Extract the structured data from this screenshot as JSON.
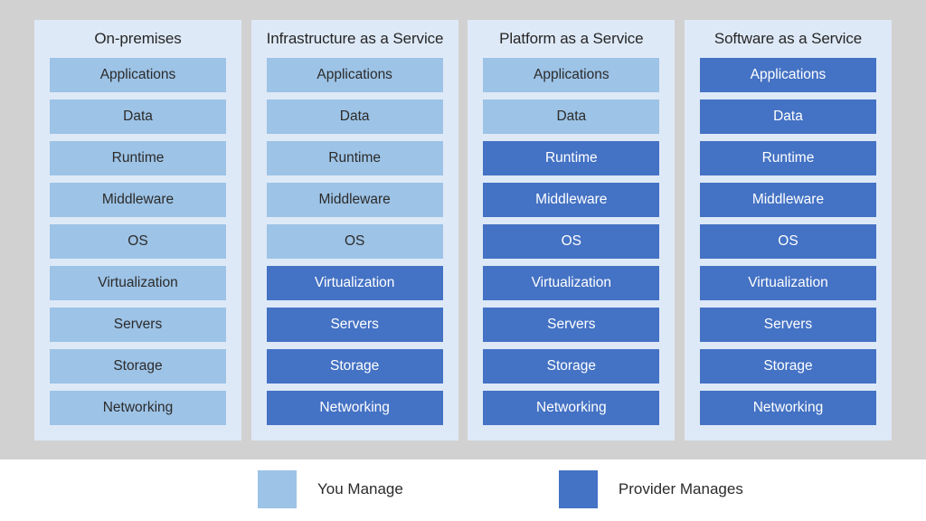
{
  "colors": {
    "page_background": "#d1d1d1",
    "footer_background": "#ffffff",
    "panel_background": "#dee9f7",
    "you_manage": "#9dc3e6",
    "provider_manages": "#4472c4",
    "title_text": "#262626",
    "you_manage_text": "#2b2b2b",
    "provider_manages_text": "#ffffff"
  },
  "layers": [
    "Applications",
    "Data",
    "Runtime",
    "Middleware",
    "OS",
    "Virtualization",
    "Servers",
    "Storage",
    "Networking"
  ],
  "columns": [
    {
      "title": "On-premises",
      "rows": [
        {
          "label": "Applications",
          "owner": "you"
        },
        {
          "label": "Data",
          "owner": "you"
        },
        {
          "label": "Runtime",
          "owner": "you"
        },
        {
          "label": "Middleware",
          "owner": "you"
        },
        {
          "label": "OS",
          "owner": "you"
        },
        {
          "label": "Virtualization",
          "owner": "you"
        },
        {
          "label": "Servers",
          "owner": "you"
        },
        {
          "label": "Storage",
          "owner": "you"
        },
        {
          "label": "Networking",
          "owner": "you"
        }
      ]
    },
    {
      "title": "Infrastructure as a Service",
      "rows": [
        {
          "label": "Applications",
          "owner": "you"
        },
        {
          "label": "Data",
          "owner": "you"
        },
        {
          "label": "Runtime",
          "owner": "you"
        },
        {
          "label": "Middleware",
          "owner": "you"
        },
        {
          "label": "OS",
          "owner": "you"
        },
        {
          "label": "Virtualization",
          "owner": "provider"
        },
        {
          "label": "Servers",
          "owner": "provider"
        },
        {
          "label": "Storage",
          "owner": "provider"
        },
        {
          "label": "Networking",
          "owner": "provider"
        }
      ]
    },
    {
      "title": "Platform as a Service",
      "rows": [
        {
          "label": "Applications",
          "owner": "you"
        },
        {
          "label": "Data",
          "owner": "you"
        },
        {
          "label": "Runtime",
          "owner": "provider"
        },
        {
          "label": "Middleware",
          "owner": "provider"
        },
        {
          "label": "OS",
          "owner": "provider"
        },
        {
          "label": "Virtualization",
          "owner": "provider"
        },
        {
          "label": "Servers",
          "owner": "provider"
        },
        {
          "label": "Storage",
          "owner": "provider"
        },
        {
          "label": "Networking",
          "owner": "provider"
        }
      ]
    },
    {
      "title": "Software as a Service",
      "rows": [
        {
          "label": "Applications",
          "owner": "provider"
        },
        {
          "label": "Data",
          "owner": "provider"
        },
        {
          "label": "Runtime",
          "owner": "provider"
        },
        {
          "label": "Middleware",
          "owner": "provider"
        },
        {
          "label": "OS",
          "owner": "provider"
        },
        {
          "label": "Virtualization",
          "owner": "provider"
        },
        {
          "label": "Servers",
          "owner": "provider"
        },
        {
          "label": "Storage",
          "owner": "provider"
        },
        {
          "label": "Networking",
          "owner": "provider"
        }
      ]
    }
  ],
  "legend": {
    "items": [
      {
        "label": "You Manage",
        "owner": "you"
      },
      {
        "label": "Provider Manages",
        "owner": "provider"
      }
    ]
  }
}
